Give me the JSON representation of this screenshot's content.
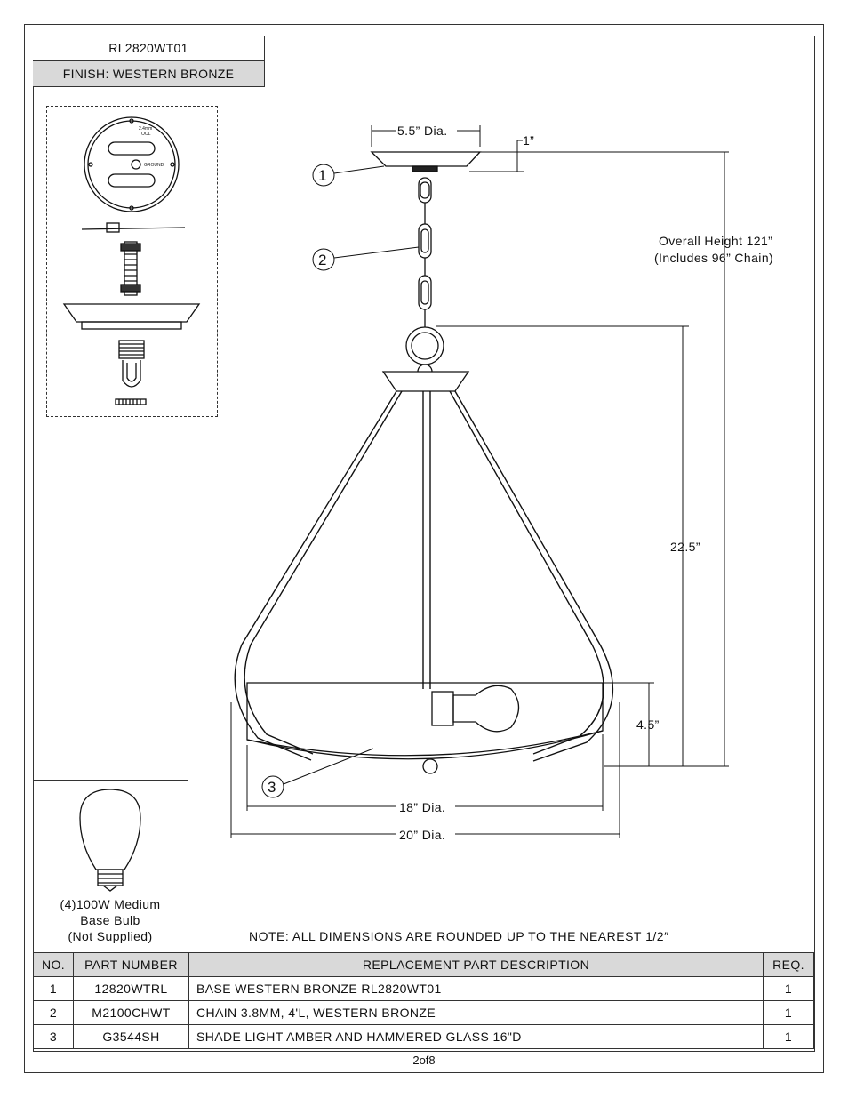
{
  "header": {
    "model": "RL2820WT01",
    "finish": "FINISH: WESTERN BRONZE"
  },
  "drawing": {
    "canopy_dia": "5.5” Dia.",
    "canopy_height": "1”",
    "overall_height_line1": "Overall Height 121”",
    "overall_height_line2": "(Includes 96” Chain)",
    "body_height": "22.5”",
    "shade_height": "4.5”",
    "shade_dia": "18” Dia.",
    "fixture_dia": "20” Dia.",
    "callouts": [
      "1",
      "2",
      "3"
    ]
  },
  "hardware": {
    "plate_text_1": "2.4mm",
    "plate_text_2": "TOOL",
    "plate_text_3": "GROUND"
  },
  "bulb": {
    "line1": "(4)100W Medium",
    "line2": "Base Bulb",
    "line3": "(Not Supplied)"
  },
  "note": "NOTE:  ALL DIMENSIONS ARE ROUNDED UP TO THE NEAREST  1/2″",
  "table": {
    "headers": [
      "NO.",
      "PART NUMBER",
      "REPLACEMENT PART DESCRIPTION",
      "REQ."
    ],
    "rows": [
      [
        "1",
        "12820WTRL",
        "BASE WESTERN BRONZE RL2820WT01",
        "1"
      ],
      [
        "2",
        "M2100CHWT",
        "CHAIN 3.8MM, 4'L, WESTERN BRONZE",
        "1"
      ],
      [
        "3",
        "G3544SH",
        "SHADE LIGHT AMBER AND HAMMERED GLASS 16\"D",
        "1"
      ]
    ]
  },
  "footer": {
    "page": "2of8"
  }
}
